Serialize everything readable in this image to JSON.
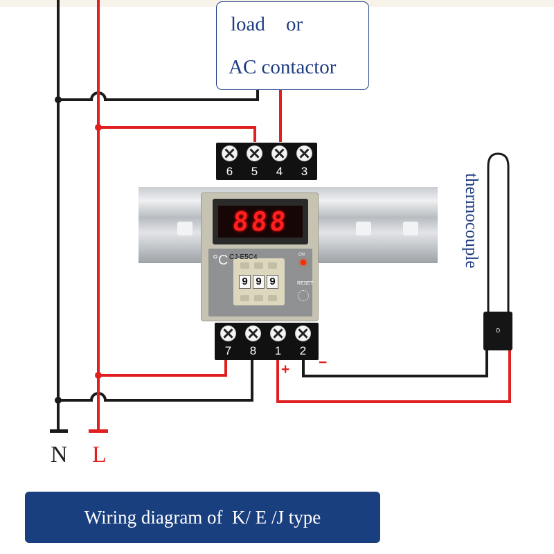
{
  "load_box": {
    "word_load": "load",
    "word_or": "or",
    "line2": "AC contactor"
  },
  "top_terminals": [
    "6",
    "5",
    "4",
    "3"
  ],
  "bottom_terminals": [
    "7",
    "8",
    "1",
    "2"
  ],
  "controller": {
    "display": "888",
    "degree_unit": "°C",
    "setpoint_digits": [
      "9",
      "9",
      "9"
    ],
    "led_label": "ON",
    "reset_label": "RESET",
    "model": "CJ-E5C4"
  },
  "power_labels": {
    "neutral": "N",
    "line": "L"
  },
  "polarity": {
    "plus": "+",
    "minus": "−"
  },
  "sensor_label": "thermocouple",
  "title": "Wiring diagram of  K/ E /J type",
  "colors": {
    "line_wire": "#e02020",
    "neutral_wire": "#1a1a1a",
    "title_bg": "#1a3f7f",
    "text_blue": "#1e3c82"
  }
}
